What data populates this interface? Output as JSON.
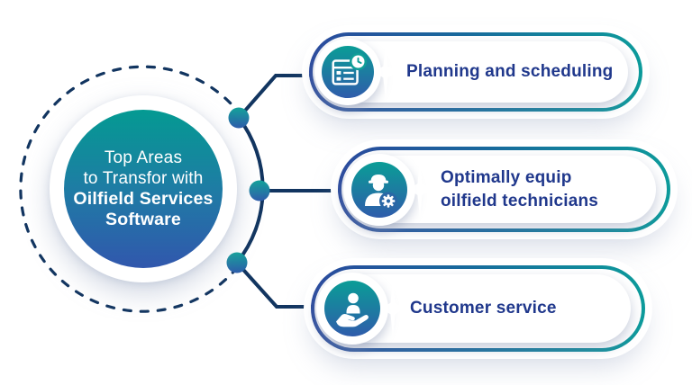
{
  "title": "Top Areas to Transfor with Oilfield Services Software infographic",
  "colors": {
    "background": "#ffffff",
    "line_navy": "#123560",
    "text_navy": "#20388c",
    "hub_gradient_top": "#049a92",
    "hub_gradient_bottom": "#3157ad",
    "pill_border_left": "#2b4a9e",
    "pill_border_right": "#0d9b9b",
    "icon_white": "#ffffff"
  },
  "center": {
    "line1": "Top Areas",
    "line2": "to Transfor with",
    "line3": "Oilfield Services",
    "line4": "Software"
  },
  "items": [
    {
      "icon": "planning-schedule-icon",
      "lines": [
        "Planning and scheduling"
      ]
    },
    {
      "icon": "technician-equip-icon",
      "lines": [
        "Optimally equip",
        "oilfield technicians"
      ]
    },
    {
      "icon": "customer-service-icon",
      "lines": [
        "Customer service"
      ]
    }
  ]
}
